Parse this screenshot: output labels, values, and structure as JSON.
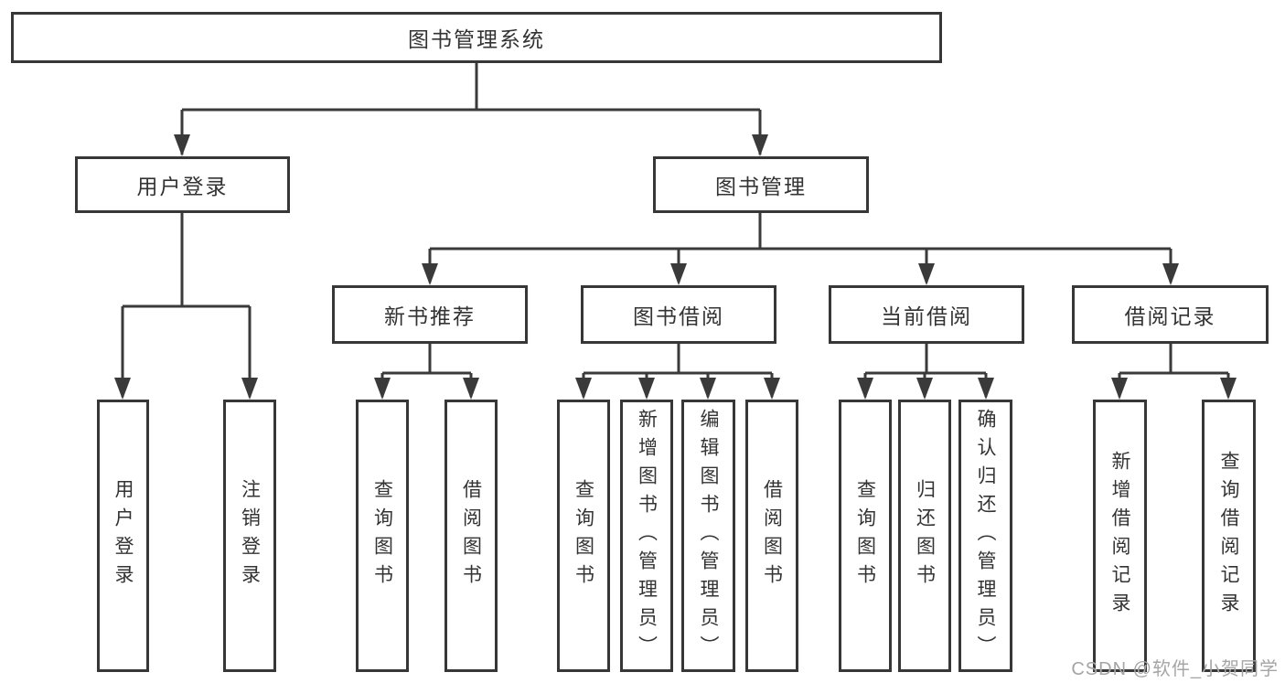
{
  "diagram": {
    "title": "图书管理系统",
    "level2": {
      "user_login": "用户登录",
      "book_management": "图书管理"
    },
    "level3": {
      "new_book_recommendation": "新书推荐",
      "book_borrowing": "图书借阅",
      "current_borrowing": "当前借阅",
      "borrowing_records": "借阅记录"
    },
    "leaves": {
      "login": "用户登录",
      "logout": "注销登录",
      "nbr_query_books": "查询图书",
      "nbr_borrow_books": "借阅图书",
      "bb_query_books": "查询图书",
      "bb_add_books": "新增图书（管理员）",
      "bb_edit_books": "编辑图书（管理员）",
      "bb_borrow_books": "借阅图书",
      "cb_query_books": "查询图书",
      "cb_return_books": "归还图书",
      "cb_confirm_return": "确认归还（管理员）",
      "br_add_record": "新增借阅记录",
      "br_query_record": "查询借阅记录"
    }
  },
  "watermark": {
    "text": "CSDN @软件_小贺同学"
  },
  "colors": {
    "line": "#3a3a3a",
    "box_border": "#373737",
    "text": "#333333",
    "watermark": "#a5a5a5",
    "background": "#ffffff"
  }
}
